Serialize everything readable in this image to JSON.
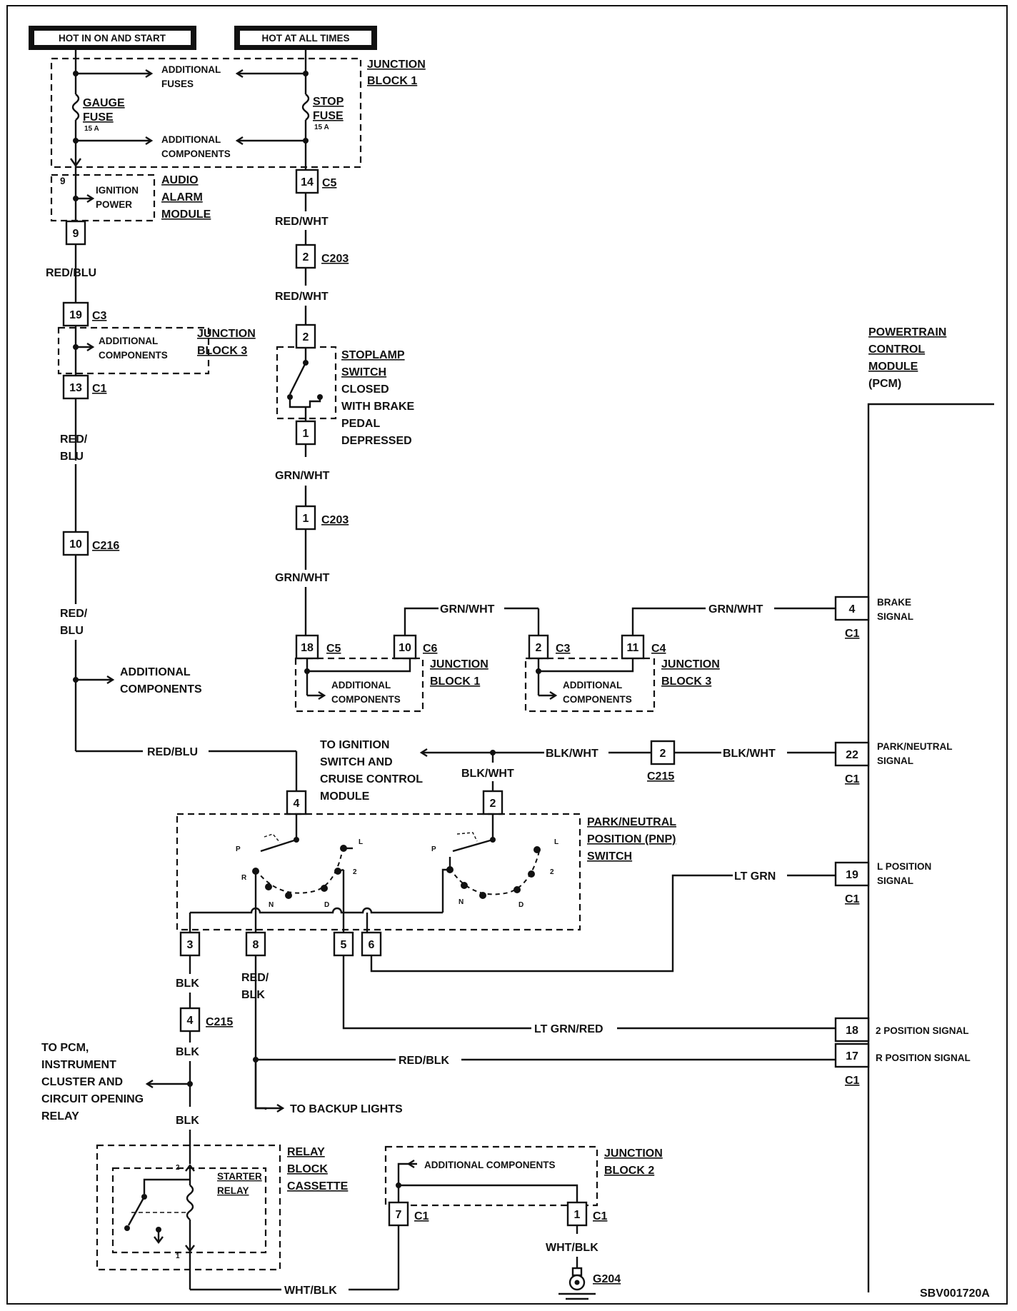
{
  "headers": {
    "hot_in_on_and_start": "HOT IN ON AND START",
    "hot_at_all_times": "HOT AT ALL TIMES"
  },
  "junction_block_1": {
    "title_line1": "JUNCTION",
    "title_line2": "BLOCK 1",
    "additional_fuses_1": "ADDITIONAL",
    "additional_fuses_2": "FUSES",
    "additional_components_1": "ADDITIONAL",
    "additional_components_2": "COMPONENTS",
    "gauge_fuse_1": "GAUGE",
    "gauge_fuse_2": "FUSE",
    "gauge_fuse_rating": "15 A",
    "stop_fuse_1": "STOP",
    "stop_fuse_2": "FUSE",
    "stop_fuse_rating": "15 A"
  },
  "audio_alarm_module": {
    "title_1": "AUDIO",
    "title_2": "ALARM",
    "title_3": "MODULE",
    "ignition_power_1": "IGNITION",
    "ignition_power_2": "POWER",
    "pin_top": "9",
    "pin": "9"
  },
  "junction_block_3_left": {
    "title_1": "JUNCTION",
    "title_2": "BLOCK 3",
    "additional_1": "ADDITIONAL",
    "additional_2": "COMPONENTS",
    "pin_top": "19",
    "conn_top": "C3",
    "pin_bottom": "13",
    "conn_bottom": "C1"
  },
  "left_wires": {
    "red_blu_1": "RED/BLU",
    "red_blu_2a": "RED/",
    "red_blu_2b": "BLU",
    "pin_c216": "10",
    "conn_c216": "C216",
    "red_blu_3a": "RED/",
    "red_blu_3b": "BLU",
    "additional_1": "ADDITIONAL",
    "additional_2": "COMPONENTS",
    "red_blu_4": "RED/BLU"
  },
  "stop_circuit": {
    "pin_c5": "14",
    "conn_c5": "C5",
    "red_wht_1": "RED/WHT",
    "pin_c203a": "2",
    "conn_c203a": "C203",
    "red_wht_2": "RED/WHT",
    "switch_pin_top": "2",
    "switch_pin_bottom": "1",
    "switch_1": "STOPLAMP",
    "switch_2": "SWITCH",
    "switch_3": "CLOSED",
    "switch_4": "WITH BRAKE",
    "switch_5": "PEDAL",
    "switch_6": "DEPRESSED",
    "grn_wht_1": "GRN/WHT",
    "pin_c203b": "1",
    "conn_c203b": "C203",
    "grn_wht_2": "GRN/WHT"
  },
  "mid_junctions": {
    "jb1_pin_a": "18",
    "jb1_conn_a": "C5",
    "jb1_pin_b": "10",
    "jb1_conn_b": "C6",
    "jb1_title_1": "JUNCTION",
    "jb1_title_2": "BLOCK 1",
    "jb1_add_1": "ADDITIONAL",
    "jb1_add_2": "COMPONENTS",
    "grn_wht_link": "GRN/WHT",
    "jb3_pin_a": "2",
    "jb3_conn_a": "C3",
    "jb3_pin_b": "11",
    "jb3_conn_b": "C4",
    "jb3_title_1": "JUNCTION",
    "jb3_title_2": "BLOCK 3",
    "jb3_add_1": "ADDITIONAL",
    "jb3_add_2": "COMPONENTS",
    "grn_wht_pcm": "GRN/WHT"
  },
  "pcm": {
    "title_1": "POWERTRAIN",
    "title_2": "CONTROL",
    "title_3": "MODULE",
    "title_4": "(PCM)",
    "pin_brake": "4",
    "brake_1": "BRAKE",
    "brake_2": "SIGNAL",
    "conn_brake": "C1",
    "pin_pn": "22",
    "pn_1": "PARK/NEUTRAL",
    "pn_2": "SIGNAL",
    "conn_pn": "C1",
    "pin_l": "19",
    "l_1": "L POSITION",
    "l_2": "SIGNAL",
    "conn_l": "C1",
    "pin_2": "18",
    "pos2": "2 POSITION SIGNAL",
    "pin_r": "17",
    "posr": "R POSITION SIGNAL",
    "conn_r": "C1"
  },
  "pnp": {
    "to_ign_1": "TO IGNITION",
    "to_ign_2": "SWITCH AND",
    "to_ign_3": "CRUISE CONTROL",
    "to_ign_4": "MODULE",
    "blk_wht_1": "BLK/WHT",
    "blk_wht_2": "BLK/WHT",
    "pin_c215": "2",
    "conn_c215": "C215",
    "blk_wht_3": "BLK/WHT",
    "pin4": "4",
    "pin2": "2",
    "title_1": "PARK/NEUTRAL",
    "title_2": "POSITION (PNP)",
    "title_3": "SWITCH",
    "p": "P",
    "r": "R",
    "n": "N",
    "d": "D",
    "two": "2",
    "l": "L",
    "p2": "P",
    "n2": "N",
    "d2": "D",
    "two2": "2",
    "l2": "L",
    "pin3": "3",
    "pin8": "8",
    "pin5": "5",
    "pin6": "6",
    "lt_grn": "LT GRN",
    "lt_grn_red": "LT GRN/RED",
    "red_blk": "RED/BLK"
  },
  "bottom": {
    "blk_1": "BLK",
    "red_blk_1": "RED/",
    "red_blk_2": "BLK",
    "pin_c215": "4",
    "conn_c215": "C215",
    "blk_2": "BLK",
    "to_pcm_1": "TO PCM,",
    "to_pcm_2": "INSTRUMENT",
    "to_pcm_3": "CLUSTER AND",
    "to_pcm_4": "CIRCUIT OPENING",
    "to_pcm_5": "RELAY",
    "to_backup": "TO BACKUP LIGHTS",
    "blk_3": "BLK",
    "relay_block_1": "RELAY",
    "relay_block_2": "BLOCK",
    "relay_block_3": "CASSETTE",
    "starter_1": "STARTER",
    "starter_2": "RELAY",
    "relay_pin2": "2",
    "relay_pin1": "1",
    "jb2_add": "ADDITIONAL COMPONENTS",
    "jb2_title_1": "JUNCTION",
    "jb2_title_2": "BLOCK 2",
    "jb2_pin7": "7",
    "jb2_conn7": "C1",
    "jb2_pin1": "1",
    "jb2_conn1": "C1",
    "wht_blk_1": "WHT/BLK",
    "ground": "G204",
    "wht_blk_2": "WHT/BLK",
    "figure_id": "SBV001720A"
  }
}
